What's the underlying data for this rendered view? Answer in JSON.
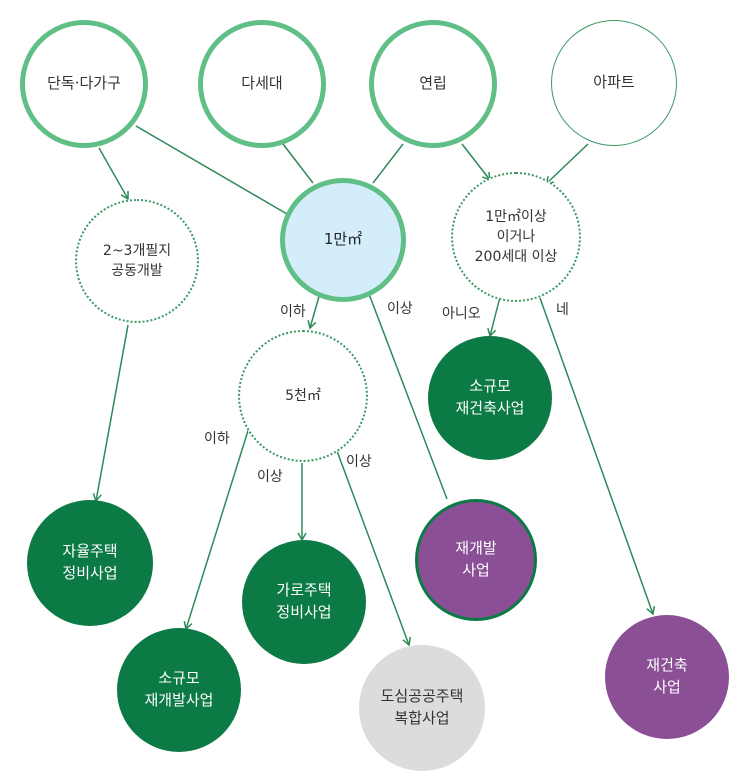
{
  "sources": {
    "detached": "단독·다가구",
    "multiplex": "다세대",
    "rowhouse": "연립",
    "apartment": "아파트"
  },
  "center": {
    "label": "1만㎡"
  },
  "conditions": {
    "joint_dev": "2~3개필지\n공동개발",
    "area_5k": "5천㎡",
    "large_apt": "1만㎡이상\n이거나\n200세대 이상"
  },
  "results": {
    "autonomous": "자율주택\n정비사업",
    "small_redev": "소규모\n재개발사업",
    "street_housing": "가로주택\n정비사업",
    "urban_public": "도심공공주택\n복합사업",
    "redevelopment": "재개발\n사업",
    "small_rebuild": "소규모\n재건축사업",
    "rebuild": "재건축\n사업"
  },
  "edge_labels": {
    "center_below": "이하",
    "center_above": "이상",
    "area_below": "이하",
    "area_above_mid": "이상",
    "area_above_right": "이상",
    "apt_no": "아니오",
    "apt_yes": "네"
  },
  "colors": {
    "source_ring": "#5fbf86",
    "center_fill": "#d3eefa",
    "result_green": "#0c7a45",
    "result_purple": "#8a4f95",
    "result_gray": "#dcdcdc",
    "line": "#2e8a58"
  }
}
